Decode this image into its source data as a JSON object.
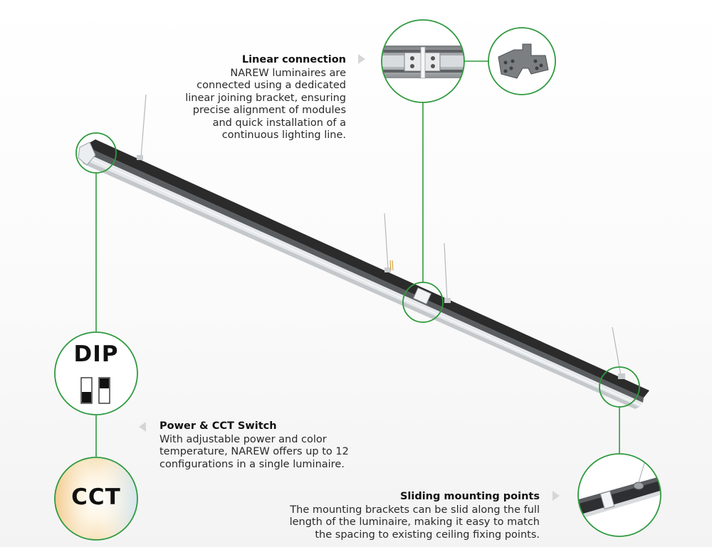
{
  "callouts": {
    "linear": {
      "heading": "Linear connection",
      "body": "NAREW luminaires are\nconnected using a dedicated\nlinear joining bracket, ensuring\nprecise alignment of modules\nand quick installation of a\ncontinuous lighting line."
    },
    "power": {
      "heading": "Power & CCT Switch",
      "body": "With adjustable power and color\ntemperature, NAREW offers up to 12\nconfigurations in a single luminaire."
    },
    "sliding": {
      "heading": "Sliding mounting points",
      "body": "The mounting brackets can be slid along the full\nlength of the luminaire, making it easy to match\nthe spacing to existing ceiling fixing points."
    }
  },
  "badges": {
    "dip": "DIP",
    "cct": "CCT"
  },
  "colors": {
    "accent_green": "#2f9a3e",
    "luminaire_body": "#2b2b2b",
    "diffuser": "#e9ecee"
  }
}
